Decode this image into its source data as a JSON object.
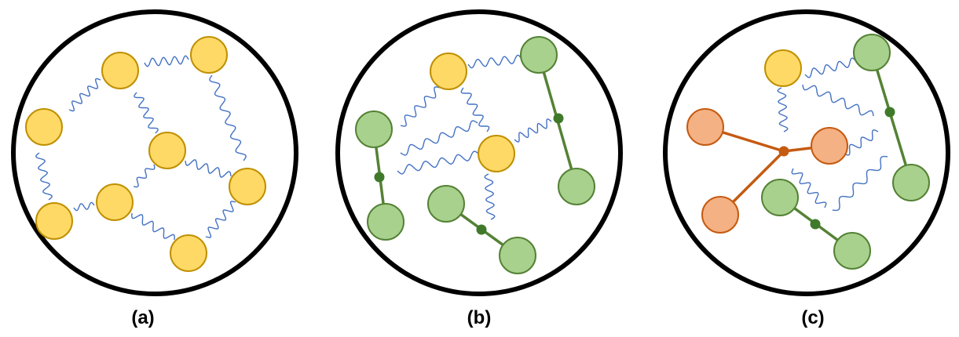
{
  "panels": [
    {
      "label": "(a)"
    },
    {
      "label": "(b)"
    },
    {
      "label": "(c)"
    }
  ],
  "colors": {
    "boundary": "#000000",
    "yellow_fill": "#FFD966",
    "yellow_stroke": "#BF9000",
    "green_fill": "#A9D18E",
    "green_stroke": "#548235",
    "green_bond": "#548235",
    "green_center": "#3F7A2B",
    "orange_fill": "#F4B183",
    "orange_stroke": "#C55A11",
    "orange_bond": "#C55A11",
    "wave": "#4472C4"
  }
}
